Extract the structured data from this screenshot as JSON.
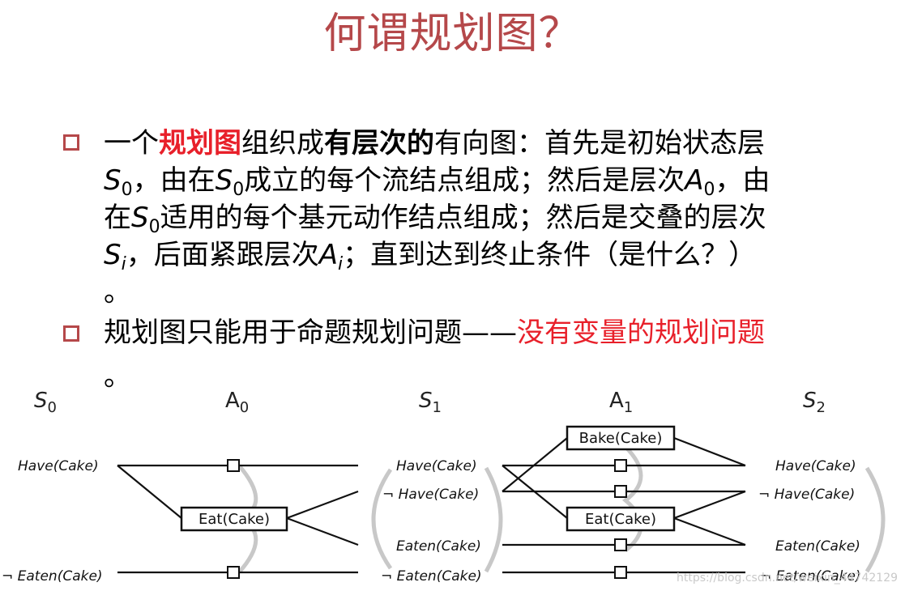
{
  "title": "何谓规划图？",
  "bullets": {
    "b1": {
      "intro": "一个",
      "term": "规划图",
      "mid1": "组织成",
      "layered": "有层次的",
      "mid2": "有向图：首先是初始状态层",
      "s": "S",
      "s0_sub": "0",
      "l2_a": "，由在",
      "l2_b": "成立的每个流结点组成；然后是层次",
      "a": "A",
      "a0_sub": "0",
      "l2_c": "，由",
      "l3_a": "在",
      "l3_b": "适用的每个基元动作结点组成；然后是交叠的层次",
      "si_sub": "i",
      "l4_a": "，后面紧跟层次",
      "ai_sub": "i",
      "l4_b": "；直到达到终止条件（是什么？）",
      "end": "。"
    },
    "b2": {
      "text": "规划图只能用于命题规划问题——",
      "red": "没有变量的规划问题",
      "end": "。"
    }
  },
  "diagram": {
    "levels": [
      {
        "main": "S",
        "sub": "0"
      },
      {
        "main": "A",
        "sub": "0"
      },
      {
        "main": "S",
        "sub": "1"
      },
      {
        "main": "A",
        "sub": "1"
      },
      {
        "main": "S",
        "sub": "2"
      }
    ],
    "s0": {
      "have": "Have(Cake)",
      "not_eaten": "¬ Eaten(Cake)"
    },
    "a0": {
      "eat": "Eat(Cake)"
    },
    "s1": {
      "have": "Have(Cake)",
      "not_have": "¬ Have(Cake)",
      "eaten": "Eaten(Cake)",
      "not_eaten": "¬ Eaten(Cake)"
    },
    "a1": {
      "bake": "Bake(Cake)",
      "eat": "Eat(Cake)"
    },
    "s2": {
      "have": "Have(Cake)",
      "not_have": "¬ Have(Cake)",
      "eaten": "Eaten(Cake)",
      "not_eaten": "¬ Eaten(Cake)"
    },
    "watermark": "https://blog.csdn.net/weixin_44742129"
  }
}
